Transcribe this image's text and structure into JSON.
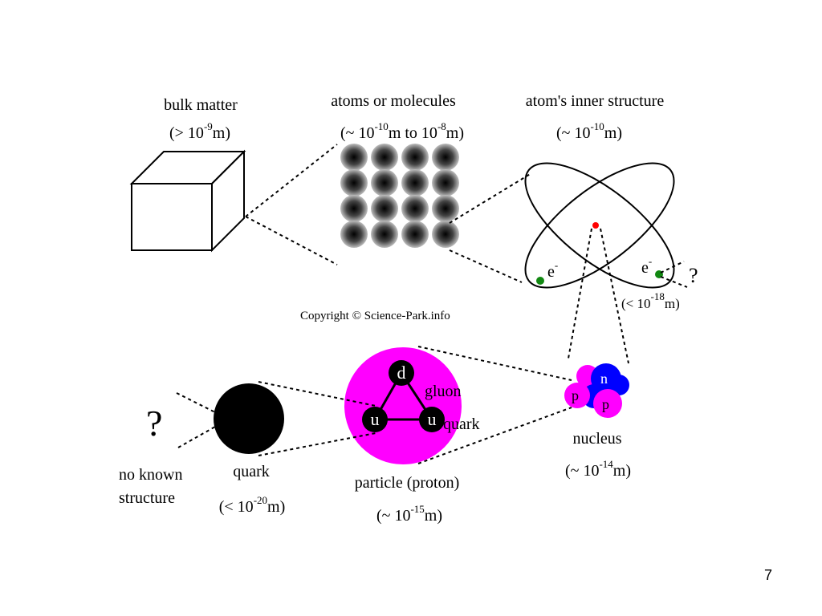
{
  "labels": {
    "bulk": {
      "title": "bulk matter",
      "pre": "(> 10",
      "exp": "-9",
      "post": "m)"
    },
    "atoms": {
      "title": "atoms or molecules",
      "pre": "(~ 10",
      "exp": "-10",
      "mid": "m to 10",
      "exp2": "-8",
      "post": "m)"
    },
    "inner": {
      "title": "atom's inner structure",
      "pre": "(~ 10",
      "exp": "-10",
      "post": "m)"
    },
    "electron_size": {
      "pre": "(< 10",
      "exp": "-18",
      "post": "m)"
    },
    "nucleus": {
      "title": "nucleus",
      "pre": "(~ 10",
      "exp": "-14",
      "post": "m)"
    },
    "proton": {
      "title": "particle (proton)",
      "pre": "(~ 10",
      "exp": "-15",
      "post": "m)"
    },
    "quark": {
      "title": "quark",
      "pre": "(< 10",
      "exp": "-20",
      "post": "m)"
    },
    "unknown": {
      "line1": "no known",
      "line2": "structure"
    },
    "copyright": "Copyright © Science-Park.info",
    "electron_left": "e",
    "electron_right": "e",
    "electron_sup": "-",
    "question_small": "?",
    "question_big": "?",
    "gluon": "gluon",
    "quark_small": "quark",
    "quark_d": "d",
    "quark_u1": "u",
    "quark_u2": "u",
    "nucleon_n": "n",
    "nucleon_p1": "p",
    "nucleon_p2": "p"
  },
  "page_number": "7",
  "colors": {
    "proton_fill": "#ff00ff",
    "neutron_fill": "#0000ff",
    "electron_fill": "#118811",
    "nucleus_dot": "#ff0000",
    "quark_fill": "#000000"
  }
}
